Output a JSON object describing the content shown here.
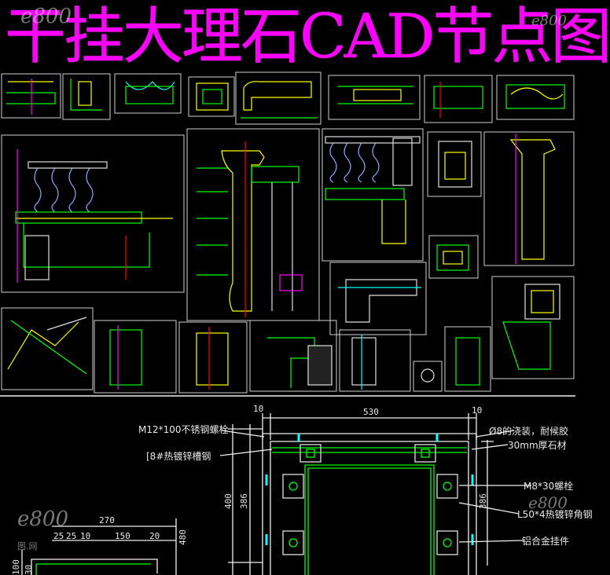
{
  "title": "干挂大理石CAD节点图",
  "watermark": {
    "brand": "e800",
    "sub": "图.网"
  },
  "colors": {
    "line": "#f0f0f0",
    "accent": "#ff00ff",
    "green": "#00ff00",
    "cyan": "#00ffff",
    "yellow": "#ffff00",
    "red": "#ff0000",
    "blue": "#3b6bff"
  },
  "detail": {
    "labels": {
      "bolt": "M12*100不锈钢螺栓",
      "steel": "[8#热镀锌槽钢",
      "pin": "Ø8的浇装，耐候胶",
      "stone": "30mm厚石材",
      "screw": "M8*30螺栓",
      "angle": "L50*4热镀锌角钢",
      "hanger": "铝合金挂件"
    },
    "dims": {
      "top_left": "10",
      "top_width": "530",
      "top_right": "10",
      "v400": "400",
      "v386a": "386",
      "v480": "480",
      "v386b": "386",
      "d270": "270",
      "d25a": "25",
      "d25b": "25",
      "d10": "10",
      "d150": "150",
      "d20": "20",
      "d100": "100",
      "d30": "30"
    }
  }
}
